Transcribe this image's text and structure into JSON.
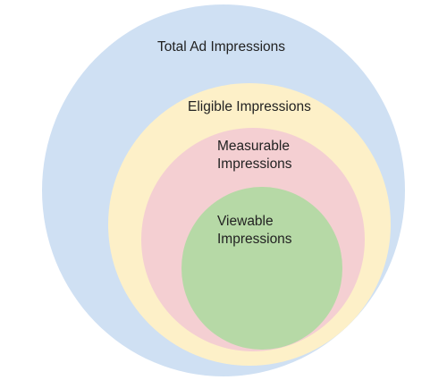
{
  "diagram": {
    "type": "nested-circles",
    "layers": [
      {
        "label_lines": [
          "Total Ad Impressions"
        ],
        "color": "#cfe0f3"
      },
      {
        "label_lines": [
          "Eligible Impressions"
        ],
        "color": "#fdf0c8"
      },
      {
        "label_lines": [
          "Measurable",
          "Impressions"
        ],
        "color": "#f4cfd2"
      },
      {
        "label_lines": [
          "Viewable",
          "Impressions"
        ],
        "color": "#b6d9a6"
      }
    ]
  }
}
